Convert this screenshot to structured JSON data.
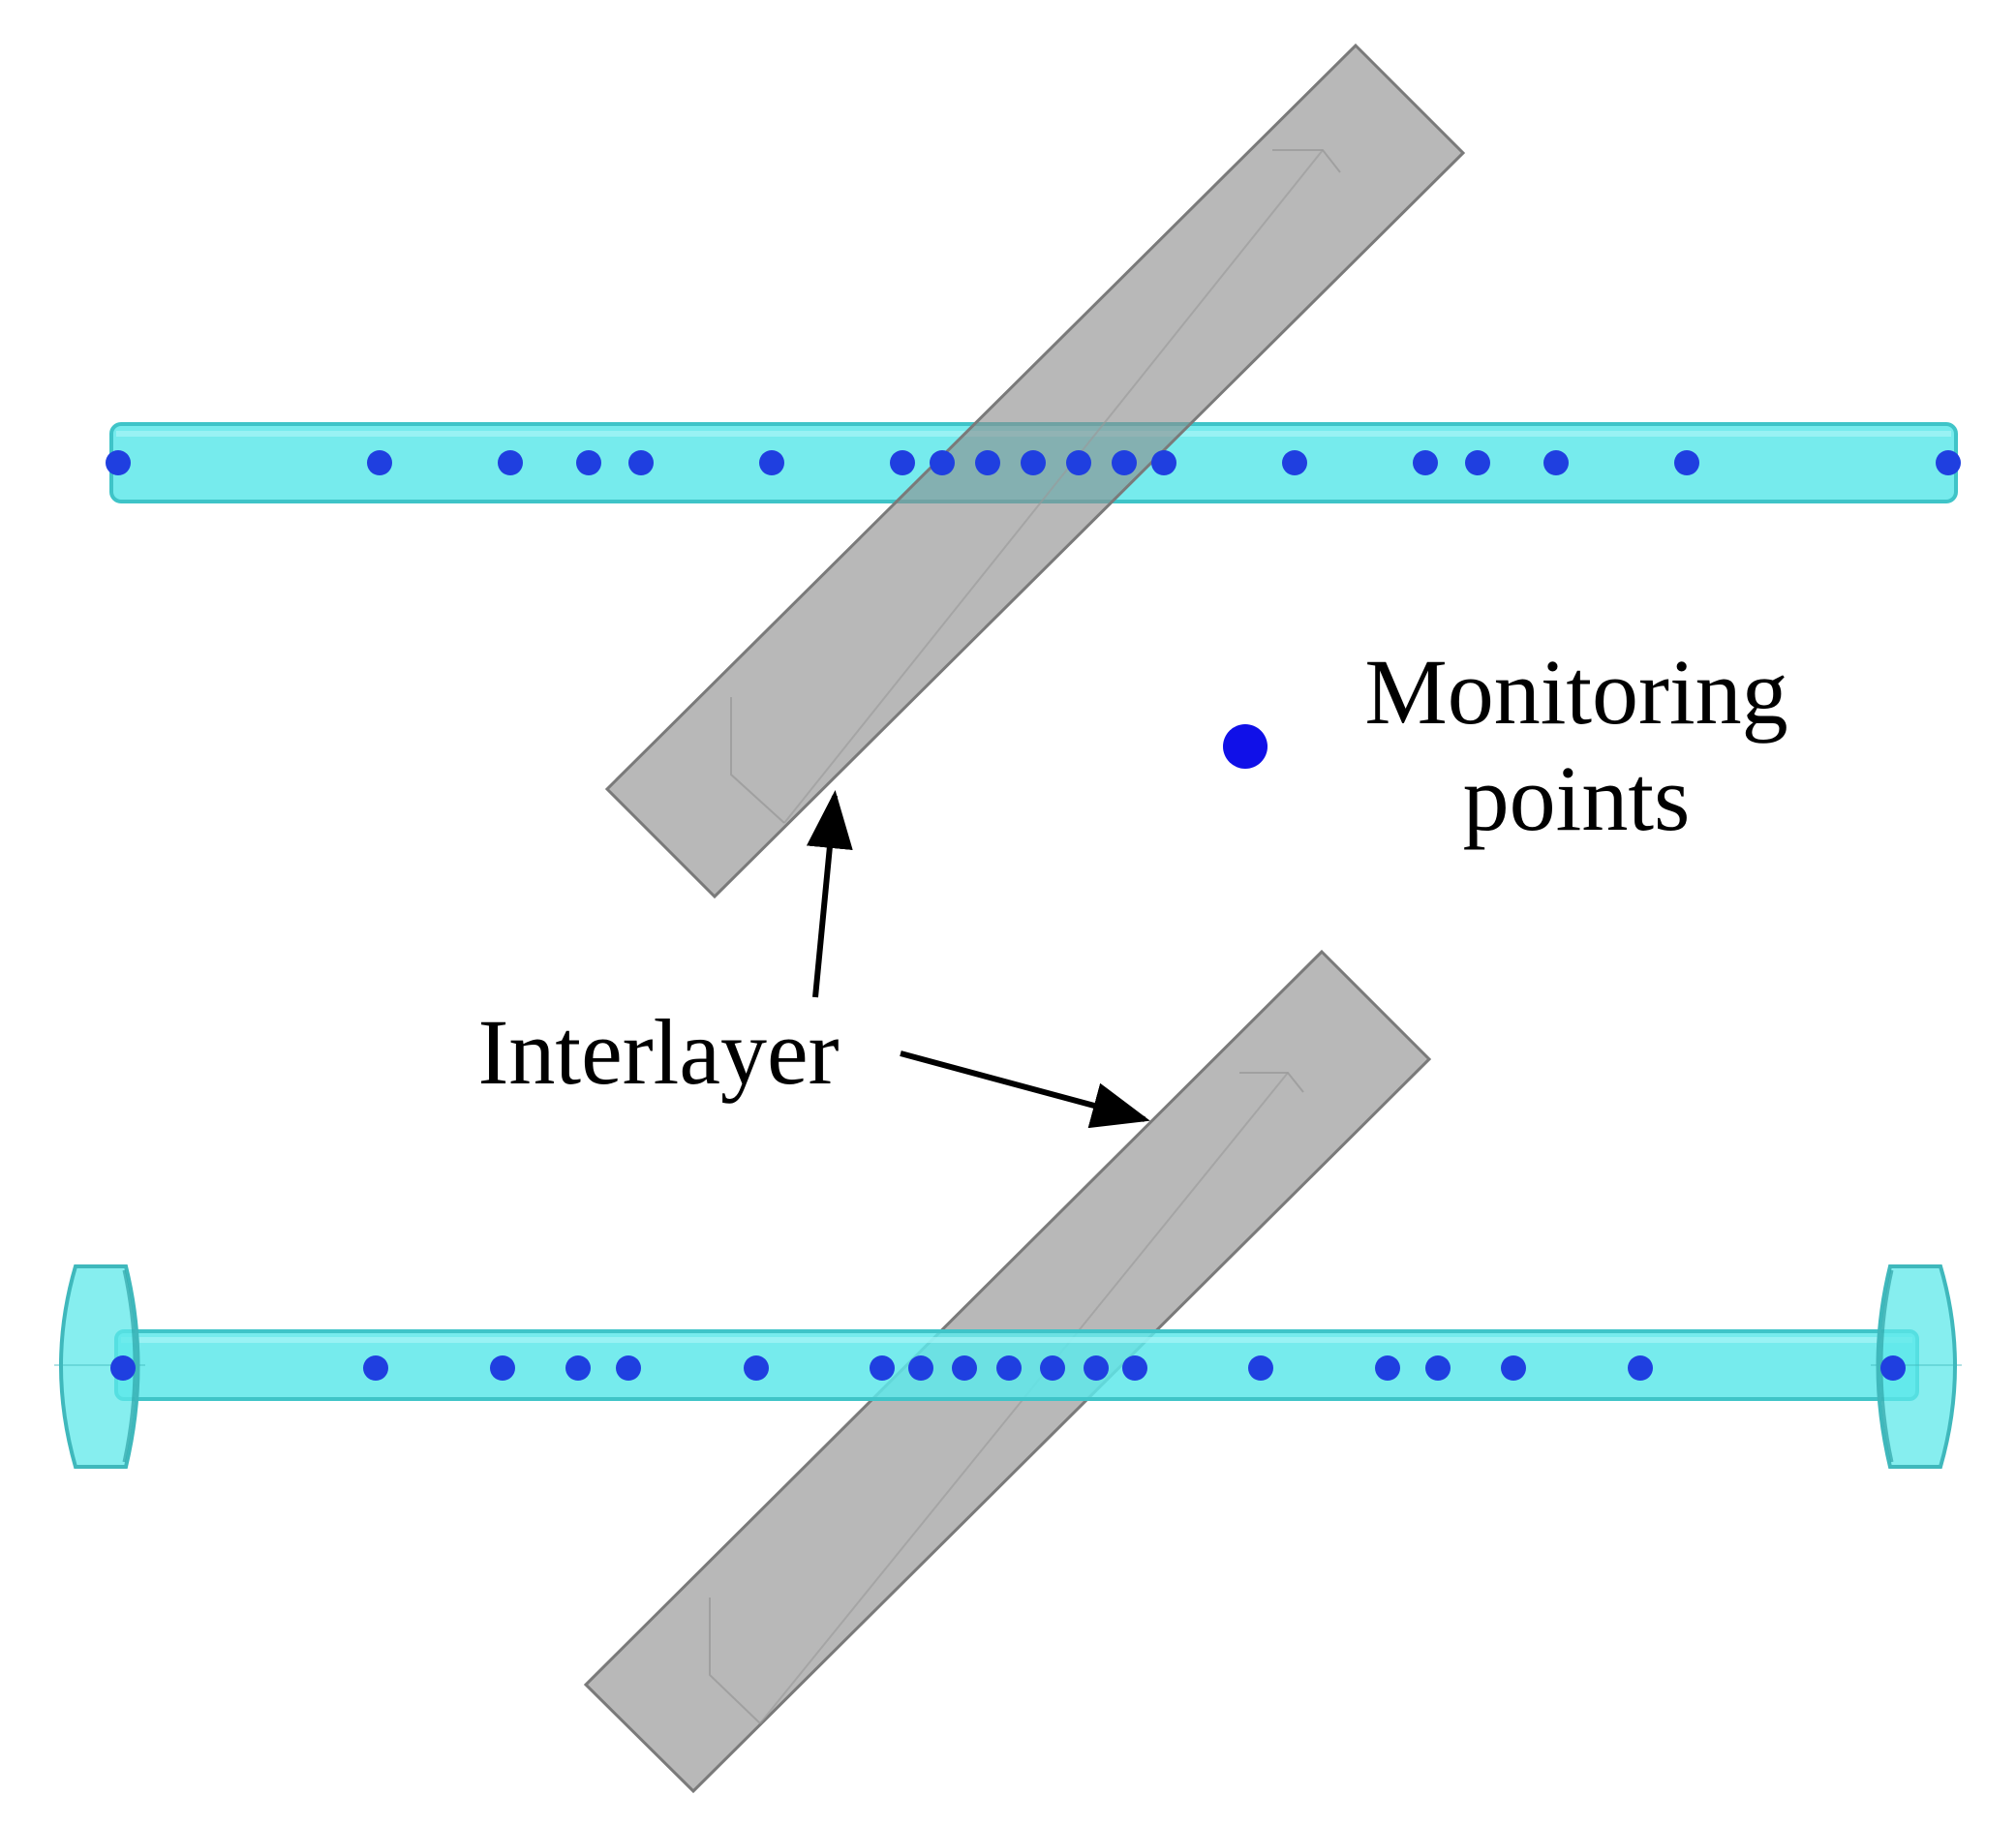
{
  "labels": {
    "legend_line1": "Monitoring",
    "legend_line2": "points",
    "interlayer": "Interlayer"
  },
  "colors": {
    "rod": "#5ee8ea",
    "rod_edge": "#3fc4c8",
    "interlayer": "#8c8c8c",
    "interlayer_edge": "#7a7a7a",
    "monitoring_point": "#1f3fe0",
    "legend_point": "#1010e8",
    "arrow": "#000000"
  },
  "icons": {
    "monitoring_point": "filled-circle",
    "arrow": "arrowhead"
  }
}
